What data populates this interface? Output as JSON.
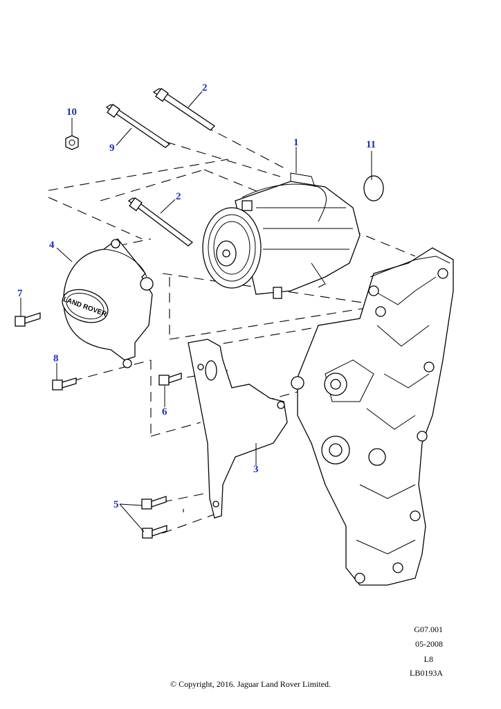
{
  "callouts": {
    "c1": "1",
    "c2a": "2",
    "c2b": "2",
    "c3": "3",
    "c4": "4",
    "c5": "5",
    "c6": "6",
    "c7": "7",
    "c8": "8",
    "c9": "9",
    "c10": "10",
    "c11": "11"
  },
  "emblem": {
    "text": "LAND ROVER"
  },
  "reference": {
    "group": "G07.001",
    "date": "05-2008",
    "model": "L8",
    "illustration": "LB0193A"
  },
  "copyright": "© Copyright, 2016. Jaguar Land Rover Limited.",
  "colors": {
    "callout": "#1a2fb8",
    "line": "#000000",
    "background": "#ffffff"
  }
}
